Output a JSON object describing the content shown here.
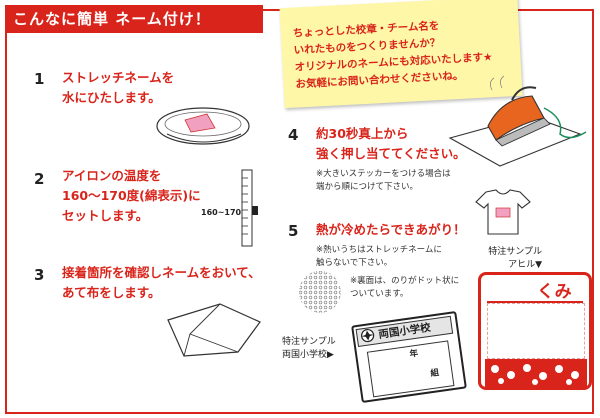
{
  "header": {
    "title": "こんなに簡単 ネーム付け！"
  },
  "note": {
    "lines": [
      "ちょっとした校章・チーム名を",
      "いれたものをつくりませんか？",
      "オリジナルのネームにも対応いたします★",
      "お気軽にお問い合わせくださいね。"
    ]
  },
  "steps": [
    {
      "num": "1",
      "lines": [
        "ストレッチネームを",
        "水にひたします。"
      ]
    },
    {
      "num": "2",
      "lines": [
        "アイロンの温度を",
        "160～170度(綿表示)に",
        "セットします。"
      ]
    },
    {
      "num": "3",
      "lines": [
        "接着箇所を確認しネームをおいて、",
        "あて布をします。"
      ]
    },
    {
      "num": "4",
      "lines": [
        "約30秒真上から",
        "強く押し当ててください。"
      ],
      "note": [
        "※大きいステッカーをつける場合は",
        "端から順につけて下さい。"
      ]
    },
    {
      "num": "5",
      "lines": [
        "熱が冷めたらできあがり！"
      ],
      "note": [
        "※熱いうちはストレッチネームに",
        "触らないで下さい。"
      ],
      "note2": [
        "※裏面は、のりがドット状に",
        "ついています。"
      ]
    }
  ],
  "iron_scale": {
    "label": "160~170"
  },
  "sample1": {
    "caption": [
      "特注サンプル",
      "両国小学校▶"
    ],
    "school": "両国小学校",
    "grade": "年",
    "class": "組"
  },
  "sample2": {
    "caption": [
      "特注サンプル",
      "アヒル▼"
    ],
    "name": "くみ"
  },
  "colors": {
    "accent": "#d9241b",
    "note_bg": "#fff7a8"
  }
}
